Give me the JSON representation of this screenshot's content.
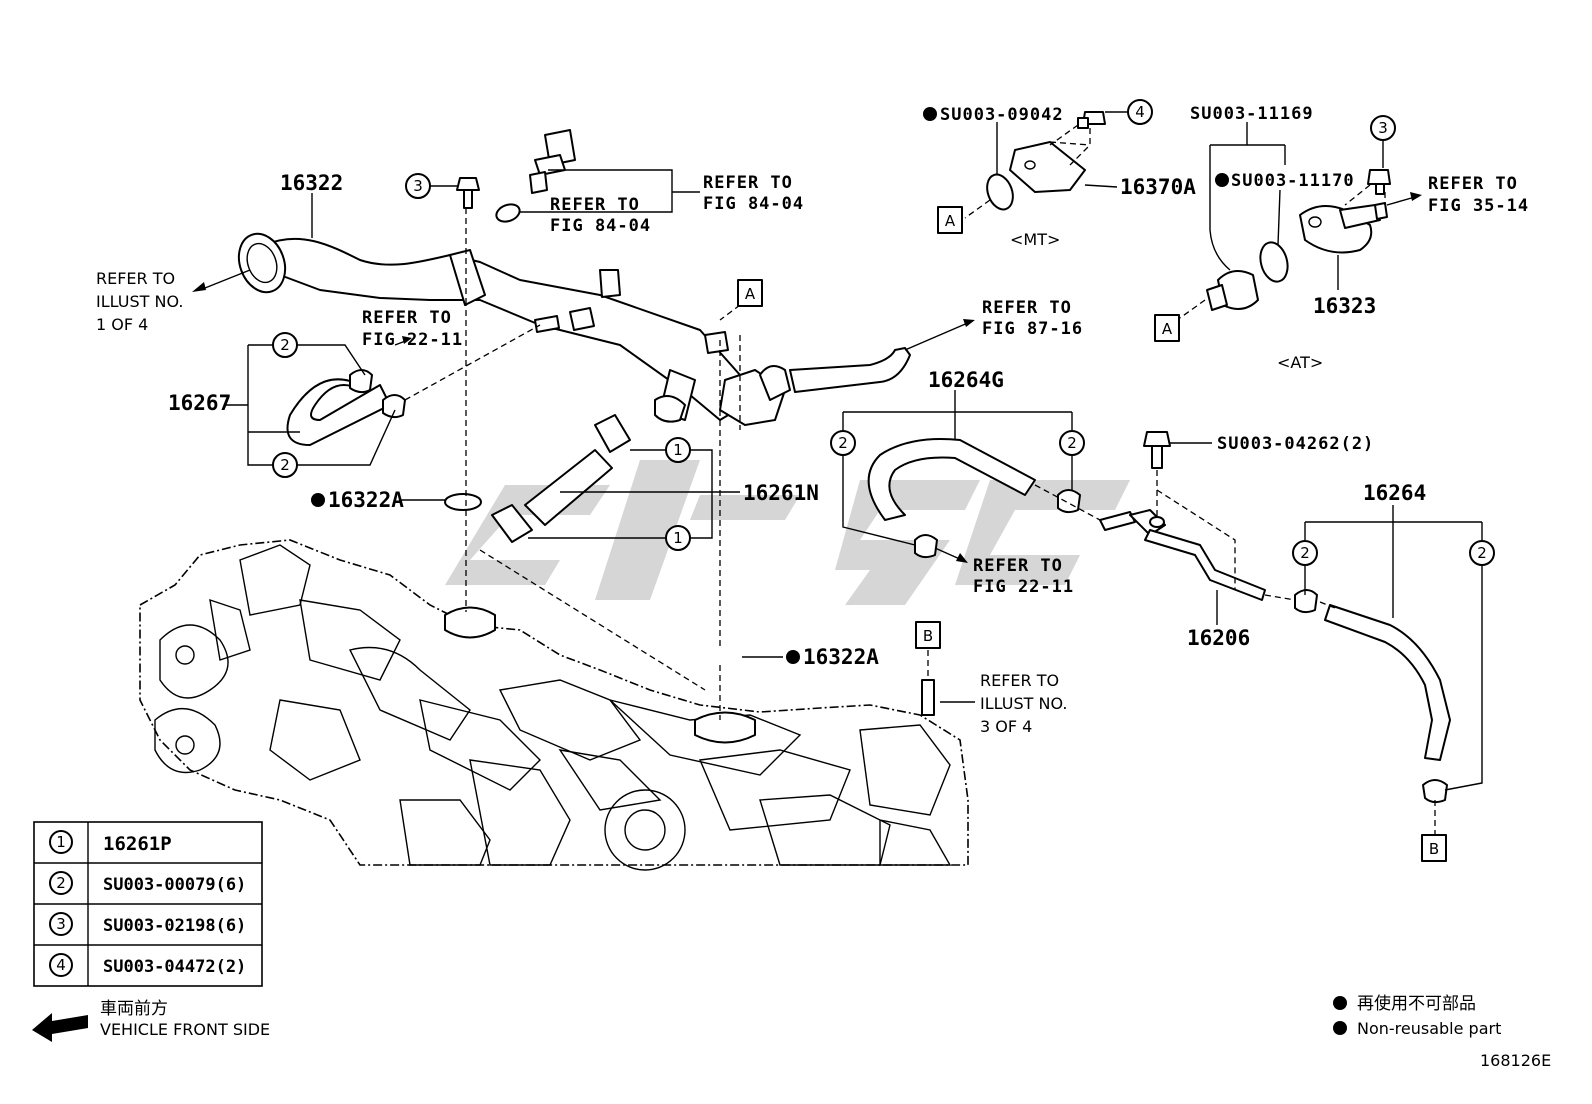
{
  "parts": {
    "p16322": "16322",
    "p16322A": "16322A",
    "p16322A_2": "16322A",
    "p16267": "16267",
    "p16261N": "16261N",
    "p16264G": "16264G",
    "p16264": "16264",
    "p16206": "16206",
    "p16370A": "16370A",
    "p16323": "16323"
  },
  "bolts": {
    "su09042": "SU003-09042",
    "su11169": "SU003-11169",
    "su11170": "SU003-11170",
    "su04262": "SU003-04262(2)"
  },
  "refs": {
    "illust1": [
      "REFER TO",
      "ILLUST NO.",
      "1 OF 4"
    ],
    "fig2211_a": [
      "REFER TO",
      "FIG 22-11"
    ],
    "fig8404_a": [
      "REFER TO",
      "FIG 84-04"
    ],
    "fig8404_b": [
      "REFER TO",
      "FIG 84-04"
    ],
    "fig8716": [
      "REFER TO",
      "FIG 87-16"
    ],
    "fig2211_b": [
      "REFER TO",
      "FIG 22-11"
    ],
    "fig3514": [
      "REFER TO",
      "FIG 35-14"
    ],
    "illust3": [
      "REFER TO",
      "ILLUST NO.",
      "3 OF 4"
    ]
  },
  "variants": {
    "mt": "<MT>",
    "at": "<AT>"
  },
  "markers": {
    "a": "A",
    "b": "B"
  },
  "callouts": {
    "c1": "1",
    "c2": "2",
    "c3": "3",
    "c4": "4"
  },
  "legend_table": [
    {
      "key": "1",
      "value": "16261P"
    },
    {
      "key": "2",
      "value": "SU003-00079(6)"
    },
    {
      "key": "3",
      "value": "SU003-02198(6)"
    },
    {
      "key": "4",
      "value": "SU003-04472(2)"
    }
  ],
  "direction": {
    "jp": "車両前方",
    "en": "VEHICLE FRONT SIDE"
  },
  "non_reusable": {
    "jp": "再使用不可部品",
    "en": "Non-reusable part"
  },
  "figure_id": "168126E"
}
